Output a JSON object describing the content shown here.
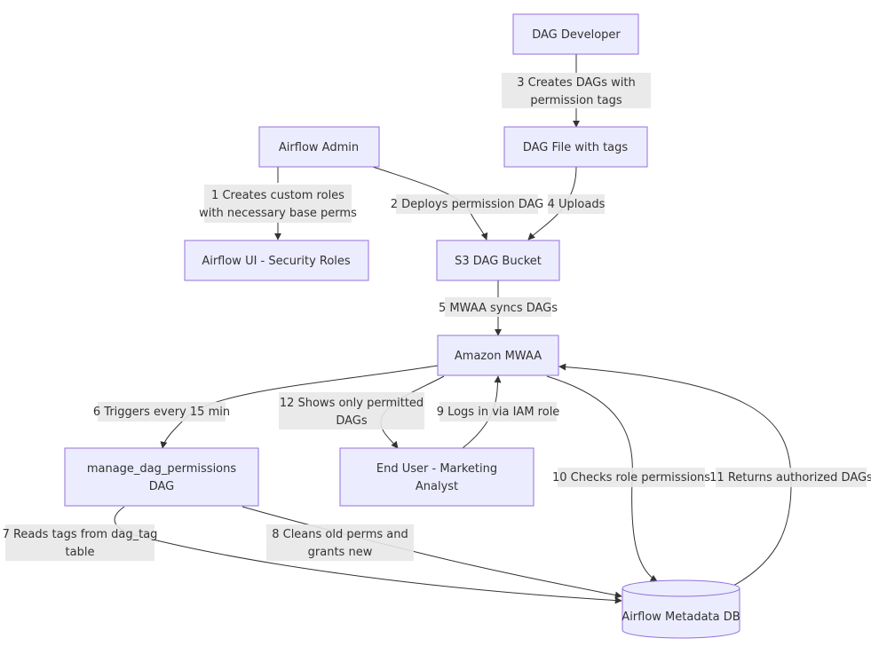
{
  "nodes": {
    "dag_developer": [
      "DAG Developer"
    ],
    "airflow_admin": [
      "Airflow Admin"
    ],
    "dag_file": [
      "DAG File with tags"
    ],
    "security_roles": [
      "Airflow UI - Security Roles"
    ],
    "s3_bucket": [
      "S3 DAG Bucket"
    ],
    "mwaa": [
      "Amazon MWAA"
    ],
    "manage_dag": [
      "manage_dag_permissions",
      "DAG"
    ],
    "end_user": [
      "End User - Marketing",
      "Analyst"
    ],
    "metadata_db": [
      "Airflow Metadata DB"
    ]
  },
  "edges": {
    "e1": [
      "1 Creates custom roles",
      "with necessary base perms"
    ],
    "e2": [
      "2 Deploys permission DAG"
    ],
    "e3": [
      "3 Creates DAGs with",
      "permission tags"
    ],
    "e4": [
      "4 Uploads"
    ],
    "e5": [
      "5 MWAA syncs DAGs"
    ],
    "e6": [
      "6 Triggers every 15 min"
    ],
    "e7": [
      "7 Reads tags from dag_tag",
      "table"
    ],
    "e8": [
      "8 Cleans old perms and",
      "grants new"
    ],
    "e9": [
      "9 Logs in via IAM role"
    ],
    "e10": [
      "10 Checks role permissions"
    ],
    "e11": [
      "11 Returns authorized DAGs"
    ],
    "e12": [
      "12 Shows only permitted",
      "DAGs"
    ]
  }
}
